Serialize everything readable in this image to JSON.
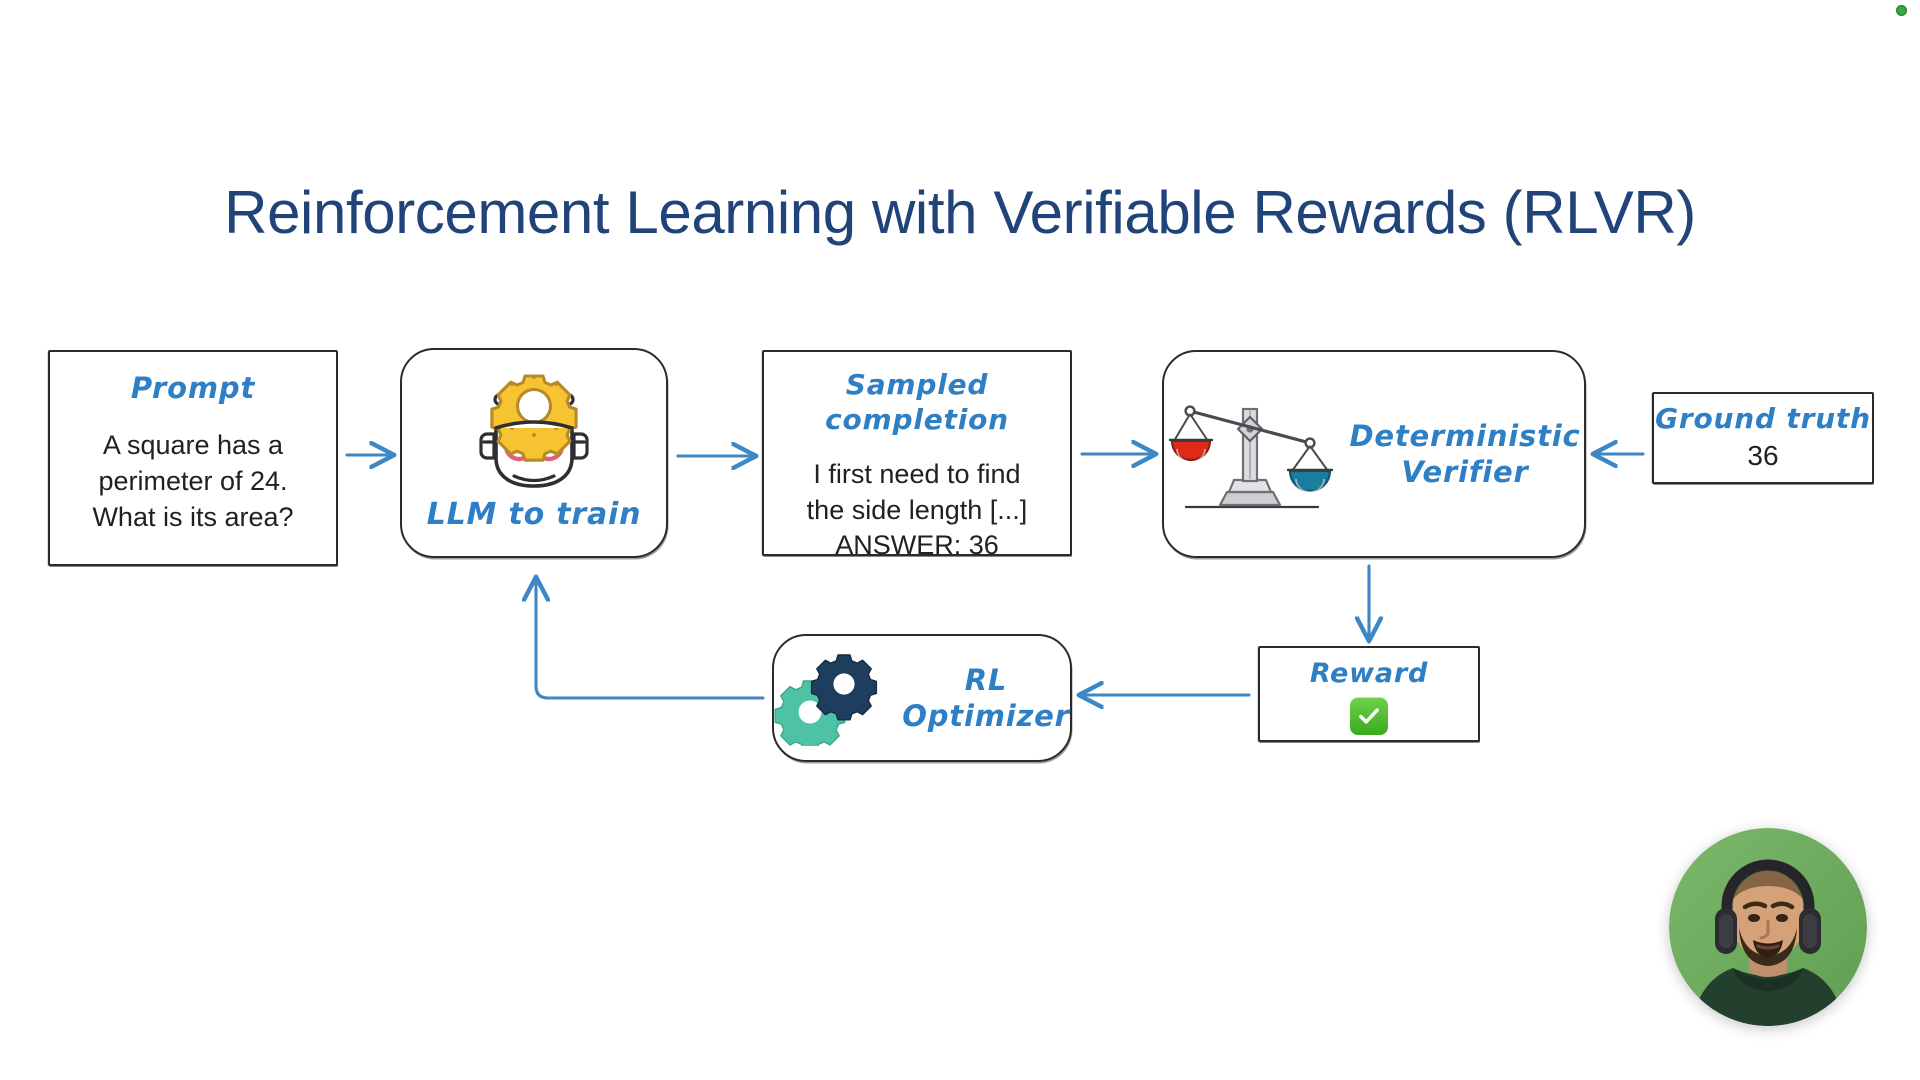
{
  "slide": {
    "title": "Reinforcement Learning with Verifiable Rewards (RLVR)",
    "title_color": "#204379",
    "background": "#ffffff",
    "accent_color": "#2e7fc4",
    "arrow_color": "#3d87c6"
  },
  "recording_indicator": {
    "name": "recording-dot",
    "color": "#3aa648"
  },
  "nodes": {
    "prompt": {
      "label": "Prompt",
      "body": "A square has a perimeter of 24. What is its area?",
      "body_line1": "A square has a",
      "body_line2": "perimeter of 24.",
      "body_line3": "What is its area?"
    },
    "llm": {
      "label": "LLM to train",
      "icon": "robot-head-gear-icon"
    },
    "completion": {
      "label": "Sampled completion",
      "body_line1": "I first need to find",
      "body_line2": "the side length [...]",
      "body_line3": "ANSWER: 36"
    },
    "verifier": {
      "label_line1": "Deterministic",
      "label_line2": "Verifier",
      "icon": "balance-scale-icon"
    },
    "ground_truth": {
      "label": "Ground truth",
      "value": "36"
    },
    "reward": {
      "label": "Reward",
      "icon": "green-check-icon"
    },
    "rl_optimizer": {
      "label_line1": "RL",
      "label_line2": "Optimizer",
      "icon": "two-gears-icon"
    }
  },
  "webcam": {
    "name": "presenter-webcam",
    "background_color": "#6aab5c",
    "description": "presenter wearing headphones and dark hoodie"
  },
  "flow": {
    "edges": [
      {
        "from": "prompt",
        "to": "llm",
        "direction": "right"
      },
      {
        "from": "llm",
        "to": "completion",
        "direction": "right"
      },
      {
        "from": "completion",
        "to": "verifier",
        "direction": "right"
      },
      {
        "from": "ground_truth",
        "to": "verifier",
        "direction": "left"
      },
      {
        "from": "verifier",
        "to": "reward",
        "direction": "down"
      },
      {
        "from": "reward",
        "to": "rl_optimizer",
        "direction": "left"
      },
      {
        "from": "rl_optimizer",
        "to": "llm",
        "direction": "loop-up"
      }
    ]
  }
}
